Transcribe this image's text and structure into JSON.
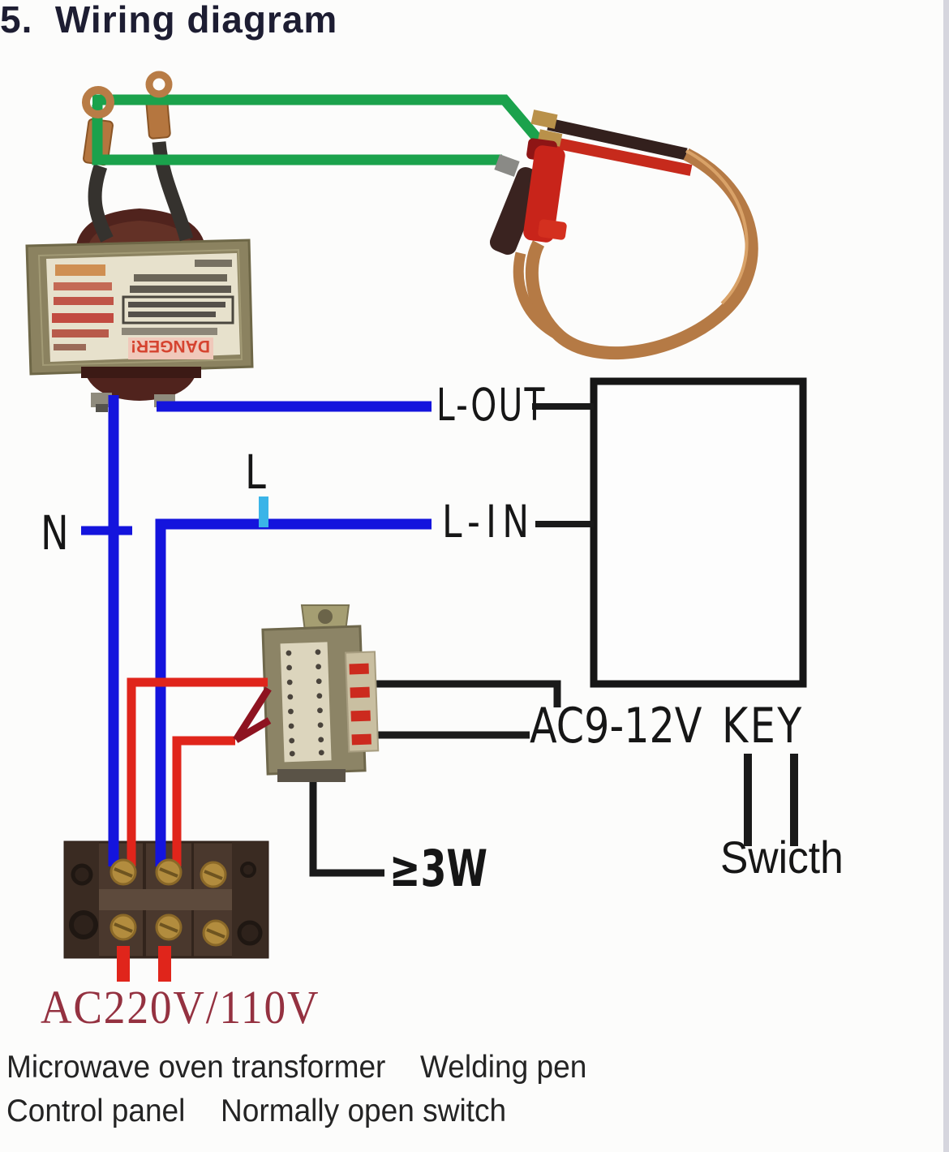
{
  "title": "5.  Wiring diagram",
  "labels": {
    "l_out": "L-OUT",
    "l_in": "L-IN",
    "neutral": "N",
    "live": "L",
    "ac_range": "AC9-12V",
    "key": "KEY",
    "switch_name": "Swicth",
    "min_power": "≥3W",
    "mains": "AC220V/110V",
    "mot_sticker": "DANGER!"
  },
  "captions": {
    "transformer": "Microwave oven transformer",
    "welding_pen": "Welding pen",
    "control_panel": "Control panel",
    "open_switch": "Normally open switch"
  },
  "colors": {
    "wire_green": "#1ba24c",
    "wire_blue": "#1414dd",
    "wire_red": "#e0251b",
    "wire_dark_red": "#8e1320",
    "tick_cyan": "#3ab4e8",
    "line_black": "#1a1a1a",
    "mains_text": "#943140",
    "copper": "#b57a45"
  }
}
